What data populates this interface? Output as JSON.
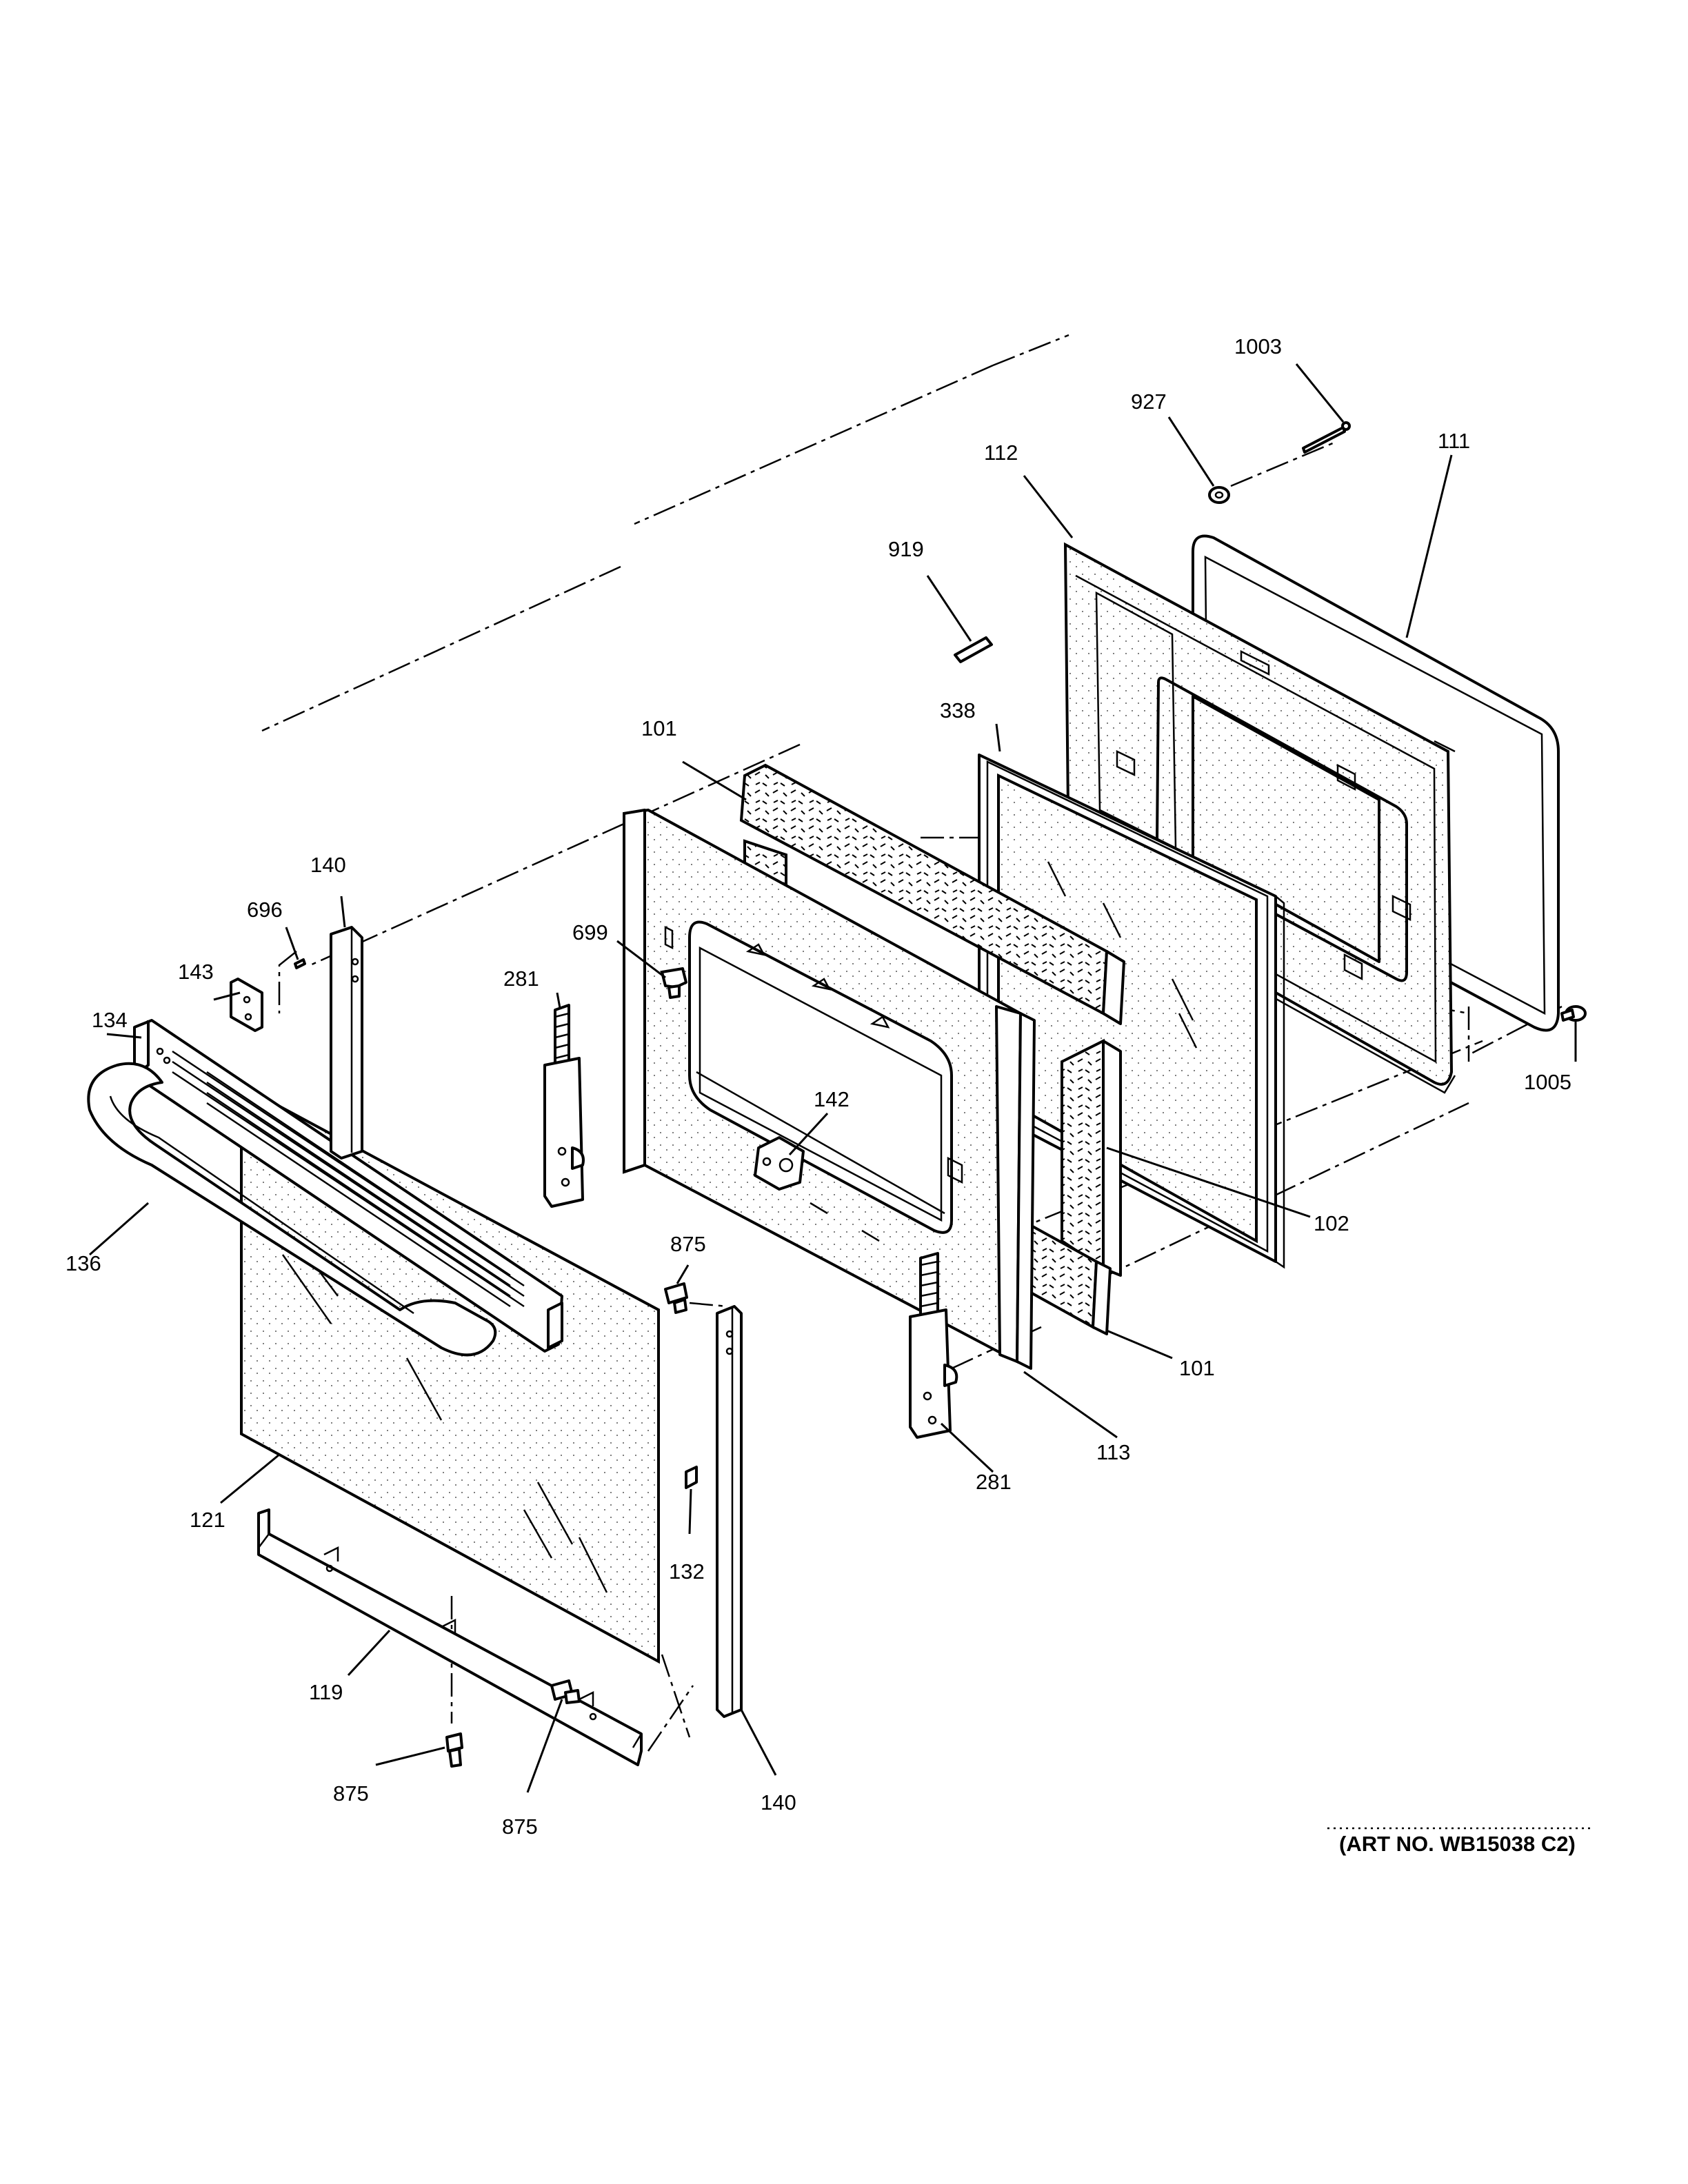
{
  "labels": {
    "p1003": "1003",
    "p927": "927",
    "p112": "112",
    "p111": "111",
    "p919": "919",
    "p338": "338",
    "p101_top": "101",
    "p140_top": "140",
    "p696": "696",
    "p699": "699",
    "p143": "143",
    "p281_top": "281",
    "p134": "134",
    "p142": "142",
    "p1005": "1005",
    "p102": "102",
    "p136": "136",
    "p875_mid": "875",
    "p101_bottom": "101",
    "p113": "113",
    "p281_bottom": "281",
    "p121": "121",
    "p132": "132",
    "p119": "119",
    "p875_left": "875",
    "p875_bottom": "875",
    "p140_bottom": "140"
  },
  "art_number": "(ART NO. WB15038 C2)"
}
